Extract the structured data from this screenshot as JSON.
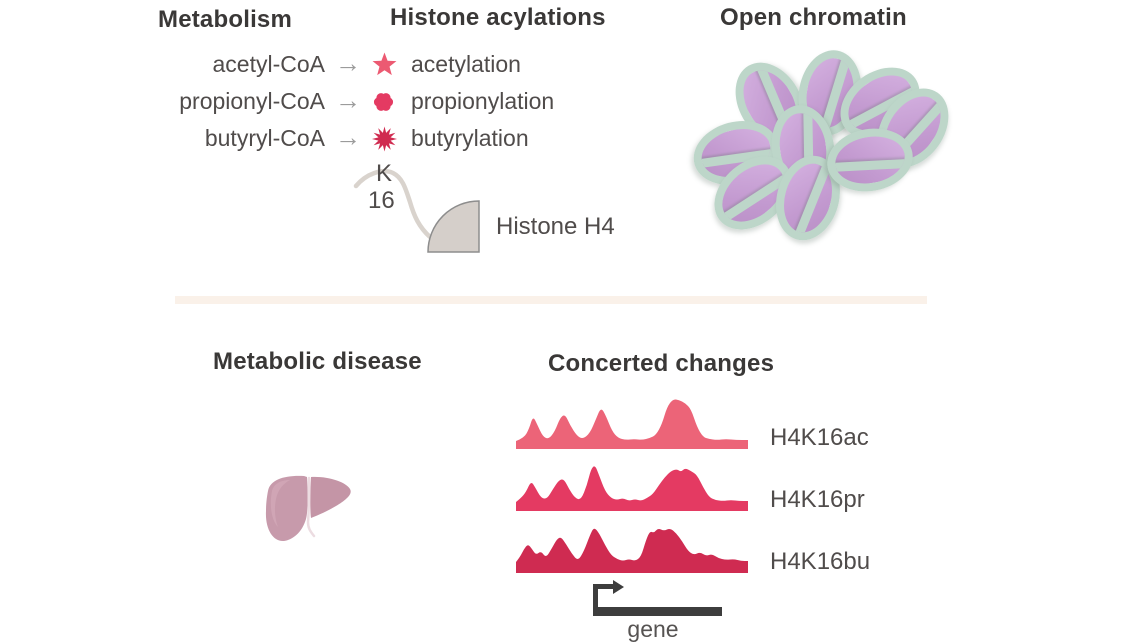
{
  "colors": {
    "heading": "#3a3837",
    "body_text": "#504c4b",
    "arrow": "#9b9b9b",
    "acetylation_icon": "#ec5a72",
    "propionylation_icon": "#e43a62",
    "butyrylation_icon": "#d02b50",
    "divider": "#faf1e9",
    "histone_fill": "#d5cfca",
    "histone_stroke": "#8d8d8d",
    "tail": "#d9d3cd",
    "gene_bar": "#3d3d3d",
    "liver_left": "#c79aab",
    "liver_right": "#c495a6",
    "liver_ligament": "#ecdce1",
    "nucleosome_core": "#c39ad0",
    "nucleosome_dna": "#bdd6c9"
  },
  "top": {
    "metabolism_heading": "Metabolism",
    "acylations_heading": "Histone acylations",
    "chromatin_heading": "Open chromatin",
    "rows": [
      {
        "metabolite": "acetyl-CoA",
        "arrow": "→",
        "icon": "star-icon",
        "modification": "acetylation"
      },
      {
        "metabolite": "propionyl-CoA",
        "arrow": "→",
        "icon": "flower-icon",
        "modification": "propionylation"
      },
      {
        "metabolite": "butyryl-CoA",
        "arrow": "→",
        "icon": "burst-icon",
        "modification": "butyrylation"
      }
    ],
    "residue_letter": "K",
    "residue_number": "16",
    "histone_label": "Histone H4"
  },
  "bottom": {
    "disease_heading": "Metabolic disease",
    "changes_heading": "Concerted changes",
    "gene_label": "gene"
  },
  "chart_data": {
    "type": "area",
    "title": "Concerted changes",
    "description": "Three ChIP-seq-like signal tracks over the same gene locus showing concerted peaks",
    "x_range": [
      0,
      232
    ],
    "y_height": 55,
    "annotation": {
      "type": "gene-arrow",
      "label": "gene"
    },
    "legend_position": "right",
    "series": [
      {
        "name": "H4K16ac",
        "color": "#ec6478",
        "points": [
          [
            0,
            47
          ],
          [
            8,
            44
          ],
          [
            13,
            35
          ],
          [
            17,
            22
          ],
          [
            21,
            30
          ],
          [
            27,
            43
          ],
          [
            33,
            45
          ],
          [
            39,
            37
          ],
          [
            44,
            24
          ],
          [
            49,
            20
          ],
          [
            54,
            31
          ],
          [
            61,
            42
          ],
          [
            67,
            45
          ],
          [
            74,
            39
          ],
          [
            80,
            25
          ],
          [
            85,
            13
          ],
          [
            90,
            22
          ],
          [
            96,
            37
          ],
          [
            102,
            44
          ],
          [
            110,
            46
          ],
          [
            118,
            45
          ],
          [
            126,
            46
          ],
          [
            134,
            44
          ],
          [
            140,
            41
          ],
          [
            146,
            30
          ],
          [
            151,
            13
          ],
          [
            157,
            5
          ],
          [
            163,
            6
          ],
          [
            169,
            9
          ],
          [
            175,
            15
          ],
          [
            181,
            33
          ],
          [
            187,
            43
          ],
          [
            193,
            45
          ],
          [
            201,
            46
          ],
          [
            210,
            45
          ],
          [
            220,
            46
          ],
          [
            232,
            46
          ]
        ]
      },
      {
        "name": "H4K16pr",
        "color": "#e43a62",
        "points": [
          [
            0,
            46
          ],
          [
            5,
            42
          ],
          [
            10,
            36
          ],
          [
            15,
            25
          ],
          [
            19,
            31
          ],
          [
            25,
            42
          ],
          [
            31,
            43
          ],
          [
            37,
            33
          ],
          [
            43,
            24
          ],
          [
            48,
            23
          ],
          [
            53,
            33
          ],
          [
            59,
            42
          ],
          [
            65,
            44
          ],
          [
            71,
            29
          ],
          [
            75,
            13
          ],
          [
            79,
            9
          ],
          [
            83,
            19
          ],
          [
            89,
            35
          ],
          [
            95,
            42
          ],
          [
            101,
            44
          ],
          [
            107,
            42
          ],
          [
            113,
            45
          ],
          [
            119,
            43
          ],
          [
            125,
            45
          ],
          [
            131,
            42
          ],
          [
            137,
            38
          ],
          [
            143,
            29
          ],
          [
            149,
            21
          ],
          [
            155,
            15
          ],
          [
            161,
            13
          ],
          [
            165,
            16
          ],
          [
            169,
            12
          ],
          [
            175,
            15
          ],
          [
            181,
            19
          ],
          [
            187,
            31
          ],
          [
            193,
            41
          ],
          [
            199,
            44
          ],
          [
            207,
            45
          ],
          [
            215,
            44
          ],
          [
            223,
            45
          ],
          [
            232,
            45
          ]
        ]
      },
      {
        "name": "H4K16bu",
        "color": "#cf2b51",
        "points": [
          [
            0,
            44
          ],
          [
            4,
            39
          ],
          [
            8,
            31
          ],
          [
            12,
            26
          ],
          [
            16,
            31
          ],
          [
            20,
            37
          ],
          [
            25,
            33
          ],
          [
            30,
            40
          ],
          [
            36,
            30
          ],
          [
            41,
            21
          ],
          [
            45,
            19
          ],
          [
            50,
            26
          ],
          [
            56,
            36
          ],
          [
            62,
            43
          ],
          [
            68,
            33
          ],
          [
            74,
            17
          ],
          [
            78,
            9
          ],
          [
            83,
            15
          ],
          [
            89,
            27
          ],
          [
            95,
            37
          ],
          [
            101,
            41
          ],
          [
            107,
            43
          ],
          [
            113,
            41
          ],
          [
            119,
            43
          ],
          [
            125,
            39
          ],
          [
            130,
            22
          ],
          [
            134,
            13
          ],
          [
            138,
            15
          ],
          [
            142,
            10
          ],
          [
            148,
            13
          ],
          [
            154,
            10
          ],
          [
            160,
            15
          ],
          [
            166,
            23
          ],
          [
            172,
            33
          ],
          [
            178,
            37
          ],
          [
            184,
            34
          ],
          [
            190,
            38
          ],
          [
            196,
            36
          ],
          [
            202,
            40
          ],
          [
            210,
            42
          ],
          [
            218,
            41
          ],
          [
            225,
            43
          ],
          [
            232,
            43
          ]
        ]
      }
    ]
  }
}
